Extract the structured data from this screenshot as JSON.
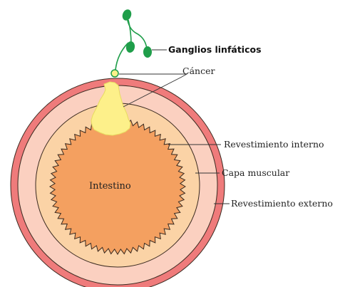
{
  "labels": {
    "lymph_nodes": "Ganglios linfáticos",
    "cancer": "Cáncer",
    "inner_lining": "Revestimiento interno",
    "muscle_layer": "Capa muscular",
    "outer_lining": "Revestimiento externo",
    "intestine": "Intestino"
  },
  "colors": {
    "outer_ring": "#ef7b7b",
    "outer_lining_fill": "#fbd0c0",
    "muscle_fill": "#fbd3a6",
    "intestine_fill": "#f4a060",
    "tumor": "#fdf08a",
    "lymph_node": "#1f9e4a",
    "outline": "#3a2a20"
  }
}
